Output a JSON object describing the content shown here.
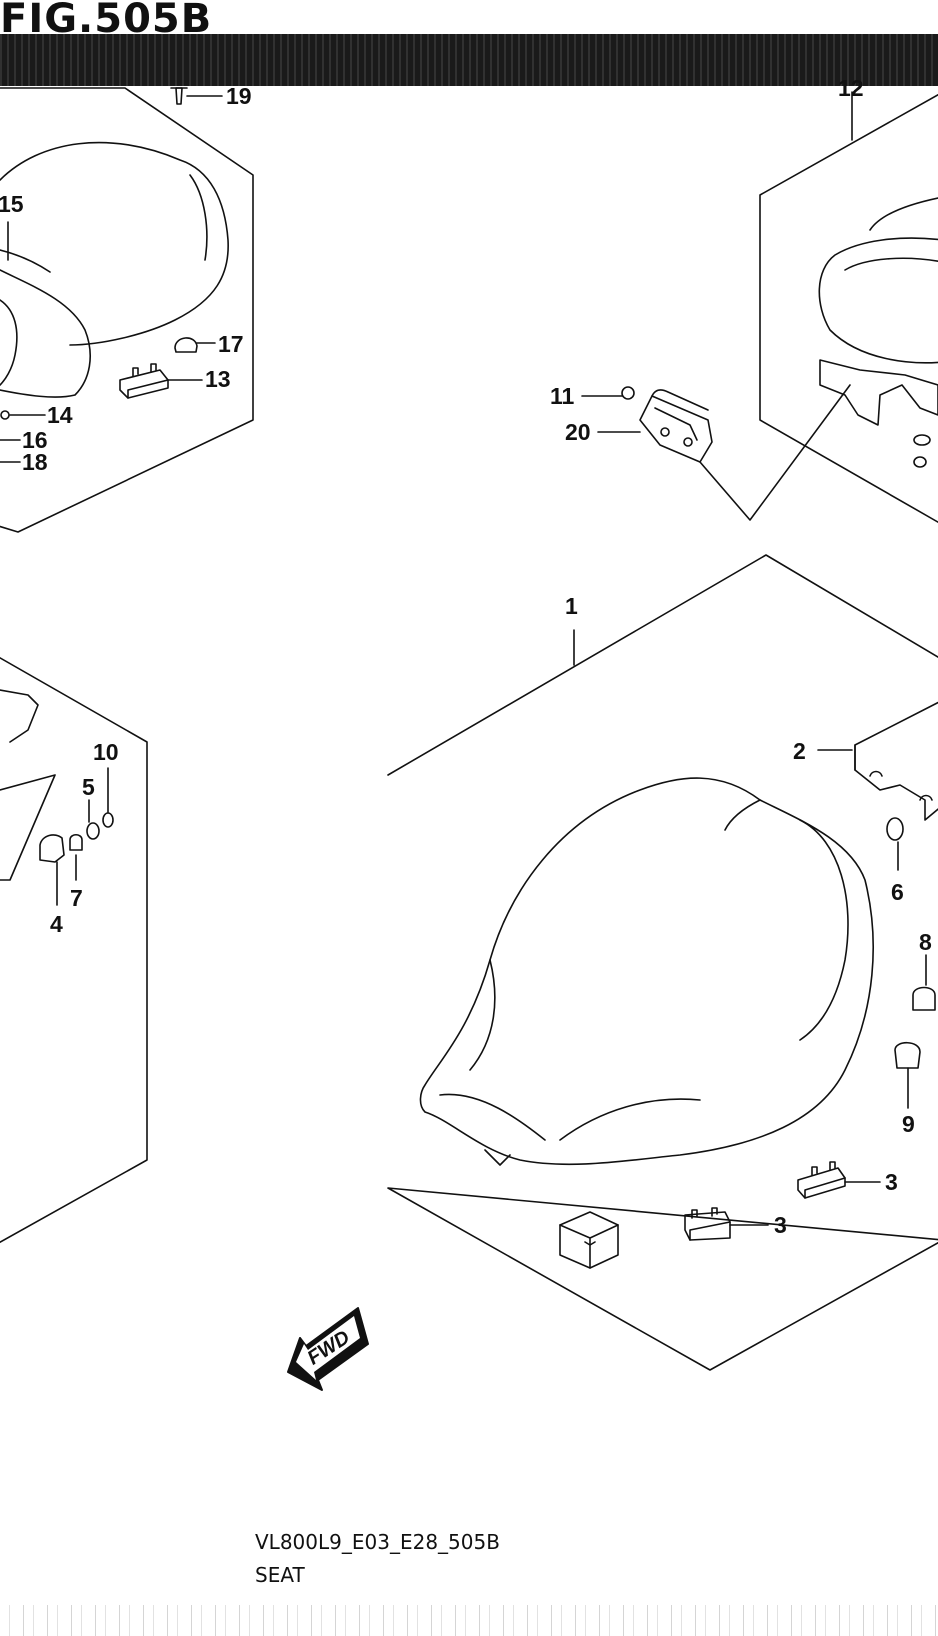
{
  "header": {
    "figure_title": "FIG.505B"
  },
  "callouts": [
    {
      "id": "c19",
      "label": "19"
    },
    {
      "id": "c12",
      "label": "12"
    },
    {
      "id": "c15",
      "label": "15"
    },
    {
      "id": "c17",
      "label": "17"
    },
    {
      "id": "c13",
      "label": "13"
    },
    {
      "id": "c14",
      "label": "14"
    },
    {
      "id": "c16",
      "label": "16"
    },
    {
      "id": "c18",
      "label": "18"
    },
    {
      "id": "c11",
      "label": "11"
    },
    {
      "id": "c20",
      "label": "20"
    },
    {
      "id": "c1",
      "label": "1"
    },
    {
      "id": "c2",
      "label": "2"
    },
    {
      "id": "c6",
      "label": "6"
    },
    {
      "id": "c8",
      "label": "8"
    },
    {
      "id": "c9",
      "label": "9"
    },
    {
      "id": "c3a",
      "label": "3"
    },
    {
      "id": "c3b",
      "label": "3"
    },
    {
      "id": "c10",
      "label": "10"
    },
    {
      "id": "c5",
      "label": "5"
    },
    {
      "id": "c7",
      "label": "7"
    },
    {
      "id": "c4",
      "label": "4"
    }
  ],
  "fwd_arrow": {
    "label": "FWD"
  },
  "footer": {
    "code": "VL800L9_E03_E28_505B",
    "name": "SEAT"
  }
}
